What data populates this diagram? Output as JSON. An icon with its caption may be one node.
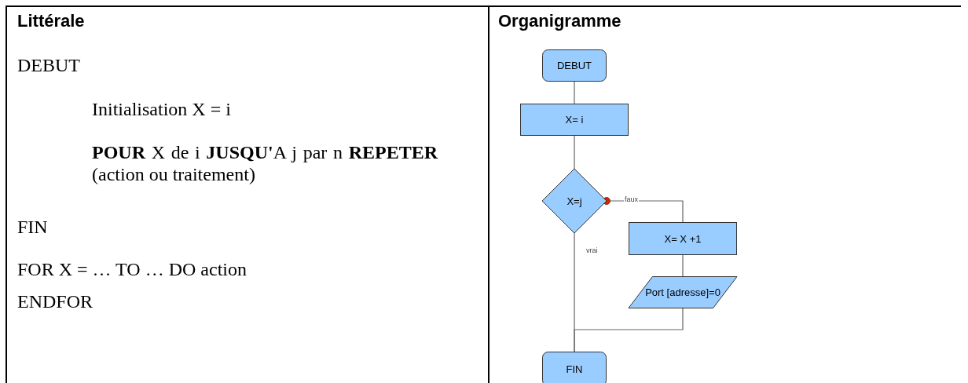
{
  "diagram": {
    "nodes": [
      {
        "text": [
          "DEBUT"
        ]
      },
      {
        "text": [
          "X= i"
        ]
      },
      {
        "text": [
          "X=j"
        ]
      },
      {
        "text": [
          "X= X +1"
        ]
      },
      {
        "text": [
          "Port [adresse]=0"
        ]
      },
      {
        "text": [
          "FIN"
        ]
      }
    ],
    "edges": [
      {
        "from": 0,
        "to": 1,
        "arrow": "none"
      },
      {
        "from": 1,
        "to": 2,
        "arrow": "none"
      },
      {
        "from": 2,
        "to": 3,
        "arrow": "other",
        "label": "faux"
      },
      {
        "from": 2,
        "to": 5,
        "arrow": "none",
        "label": "vrai"
      },
      {
        "from": 3,
        "to": 4,
        "arrow": "none"
      },
      {
        "from": 4,
        "to": 5,
        "arrow": "none"
      }
    ],
    "labels": [
      "Littérale",
      "Organigramme",
      "DEBUT",
      "Initialisation X = i",
      "**POUR** X de i **JUSQU'**A j par n **REPETER** (action ou traitement)",
      "FIN",
      "FOR X = … TO … DO action",
      "ENDFOR"
    ]
  }
}
